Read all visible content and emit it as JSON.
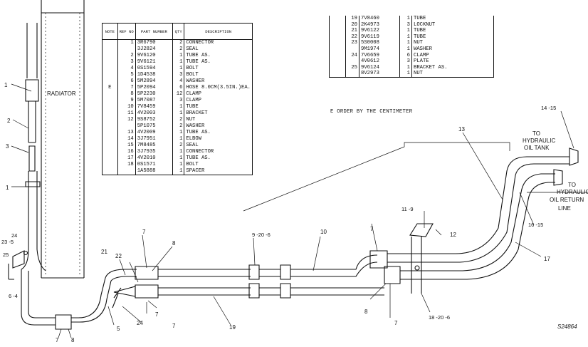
{
  "table1": {
    "headers": {
      "note": "NOTE",
      "ref": "REF NO",
      "part": "PART NUMBER",
      "qty": "QTY",
      "desc": "DESCRIPTION"
    },
    "rows": [
      {
        "note": "",
        "ref": "1",
        "part": "3R6790",
        "qty": "2",
        "desc": "CONNECTOR"
      },
      {
        "note": "",
        "ref": "",
        "part": "3J2824",
        "qty": "2",
        "desc": "SEAL"
      },
      {
        "note": "",
        "ref": "2",
        "part": "9V6120",
        "qty": "1",
        "desc": "TUBE AS."
      },
      {
        "note": "",
        "ref": "3",
        "part": "9V6121",
        "qty": "1",
        "desc": "TUBE AS."
      },
      {
        "note": "",
        "ref": "4",
        "part": "0S1594",
        "qty": "1",
        "desc": "BOLT"
      },
      {
        "note": "",
        "ref": "5",
        "part": "1D4538",
        "qty": "3",
        "desc": "BOLT"
      },
      {
        "note": "",
        "ref": "6",
        "part": "5M2894",
        "qty": "4",
        "desc": "WASHER"
      },
      {
        "note": "E",
        "ref": "7",
        "part": "5P2094",
        "qty": "6",
        "desc": "HOSE 8.0CM(3.5IN.)EA."
      },
      {
        "note": "",
        "ref": "8",
        "part": "5P2230",
        "qty": "12",
        "desc": "CLAMP"
      },
      {
        "note": "",
        "ref": "9",
        "part": "5M7087",
        "qty": "3",
        "desc": "CLAMP"
      },
      {
        "note": "",
        "ref": "10",
        "part": "7V8459",
        "qty": "1",
        "desc": "TUBE"
      },
      {
        "note": "",
        "ref": "11",
        "part": "4V2003",
        "qty": "1",
        "desc": "BRACKET"
      },
      {
        "note": "",
        "ref": "12",
        "part": "9S8752",
        "qty": "2",
        "desc": "NUT"
      },
      {
        "note": "",
        "ref": "",
        "part": "5P1075",
        "qty": "2",
        "desc": "WASHER"
      },
      {
        "note": "",
        "ref": "13",
        "part": "4V2009",
        "qty": "1",
        "desc": "TUBE AS."
      },
      {
        "note": "",
        "ref": "14",
        "part": "3J7951",
        "qty": "1",
        "desc": "ELBOW"
      },
      {
        "note": "",
        "ref": "15",
        "part": "7M8485",
        "qty": "2",
        "desc": "SEAL"
      },
      {
        "note": "",
        "ref": "16",
        "part": "3J7935",
        "qty": "1",
        "desc": "CONNECTOR"
      },
      {
        "note": "",
        "ref": "17",
        "part": "4V2010",
        "qty": "1",
        "desc": "TUBE AS."
      },
      {
        "note": "",
        "ref": "18",
        "part": "0S1571",
        "qty": "1",
        "desc": "BOLT"
      },
      {
        "note": "",
        "ref": "",
        "part": "1A5888",
        "qty": "1",
        "desc": "SPACER"
      }
    ]
  },
  "table2": {
    "rows": [
      {
        "note": "",
        "ref": "19",
        "part": "7V8460",
        "qty": "1",
        "desc": "TUBE"
      },
      {
        "note": "",
        "ref": "20",
        "part": "2K4973",
        "qty": "3",
        "desc": "LOCKNUT"
      },
      {
        "note": "",
        "ref": "21",
        "part": "9V6122",
        "qty": "1",
        "desc": "TUBE"
      },
      {
        "note": "",
        "ref": "22",
        "part": "9V6119",
        "qty": "1",
        "desc": "TUBE"
      },
      {
        "note": "",
        "ref": "23",
        "part": "5S0008",
        "qty": "1",
        "desc": "NUT"
      },
      {
        "note": "",
        "ref": "",
        "part": "9M1974",
        "qty": "1",
        "desc": "WASHER"
      },
      {
        "note": "",
        "ref": "24",
        "part": "7V6659",
        "qty": "6",
        "desc": "CLAMP"
      },
      {
        "note": "",
        "ref": "",
        "part": "4V0612",
        "qty": "3",
        "desc": "PLATE"
      },
      {
        "note": "",
        "ref": "25",
        "part": "9V6124",
        "qty": "1",
        "desc": "BRACKET AS."
      },
      {
        "note": "",
        "ref": "",
        "part": "8V2973",
        "qty": "1",
        "desc": "NUT"
      }
    ],
    "note": "E   ORDER BY THE CENTIMETER"
  },
  "diagram": {
    "radiator_label": "RADIATOR",
    "to_tank": [
      "TO",
      "HYDRAULIC",
      "OIL TANK"
    ],
    "to_return": [
      "TO",
      "HYDRAULIC",
      "OIL RETURN",
      "LINE"
    ],
    "callouts": {
      "c1a": "1",
      "c2": "2",
      "c3": "3",
      "c1b": "1",
      "c23_5": "23 -5",
      "c24a": "24",
      "c25": "25",
      "c6_4": "6 -4",
      "c7a": "7",
      "c8a": "8",
      "c21": "21",
      "c22": "22",
      "c7b": "7",
      "c8b": "8",
      "c5": "5",
      "c24b": "24",
      "c7c": "7",
      "c7d": "7",
      "c19": "19",
      "c9_20_6a": "9 -20 -6",
      "c10": "10",
      "c7e": "7",
      "c11_9": "11 -9",
      "c12": "12",
      "c8c": "8",
      "c7f": "7",
      "c18_20_6": "18 -20 -6",
      "c13": "13",
      "c14_15": "14 -15",
      "c16_15": "16 -15",
      "c17": "17"
    },
    "figure_id": "S24864"
  }
}
